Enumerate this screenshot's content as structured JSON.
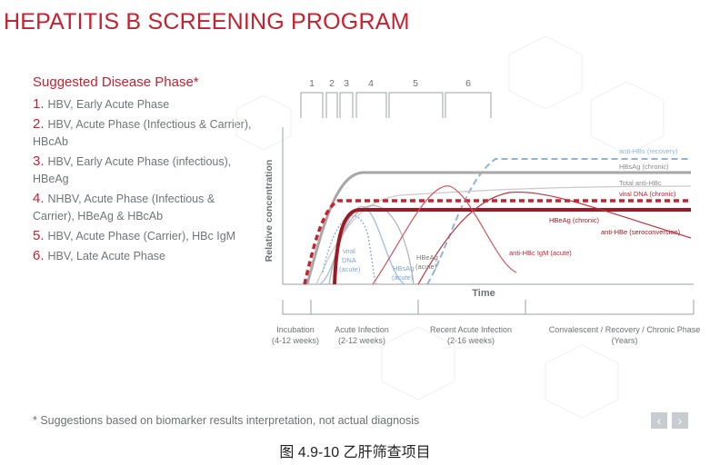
{
  "page": {
    "title": "HEPATITIS B SCREENING PROGRAM",
    "caption": "图 4.9-10  乙肝筛查项目",
    "footnote": "* Suggestions based on biomarker results interpretation, not actual diagnosis"
  },
  "phases": {
    "heading": "Suggested Disease Phase*",
    "items": [
      {
        "num": "1.",
        "text": "HBV, Early Acute Phase"
      },
      {
        "num": "2.",
        "text": "HBV, Acute Phase (Infectious & Carrier), HBcAb"
      },
      {
        "num": "3.",
        "text": "HBV, Early Acute Phase (infectious), HBeAg"
      },
      {
        "num": "4.",
        "text": "NHBV, Acute Phase (Infectious & Carrier), HBeAg & HBcAb"
      },
      {
        "num": "5.",
        "text": "HBV, Acute Phase (Carrier), HBc IgM"
      },
      {
        "num": "6.",
        "text": "HBV, Late Acute Phase"
      }
    ]
  },
  "diagram": {
    "ylabel": "Relative concentration",
    "xlabel": "Time",
    "phase_numbers": [
      "1",
      "2",
      "3",
      "4",
      "5",
      "6"
    ],
    "curve_labels": {
      "anti_hbs": "anti-HBs (recovery)",
      "hbsag_chronic": "HBsAg (chronic)",
      "total_anti_hbc": "Total anti-HBc",
      "viral_dna_chronic": "viral DNA (chronic)",
      "hbeag_chronic": "HBeAg (chronic)",
      "anti_hbe": "anti-HBe (seroconversion)",
      "anti_hbc_igm": "anti-HBc IgM (acute)",
      "viral_dna_acute": [
        "viral",
        "DNA",
        "(acute)"
      ],
      "hbsag_acute": [
        "HBsAg",
        "(acute)"
      ],
      "hbeag_acute": [
        "HBeAg",
        "(acute)"
      ]
    },
    "stages": [
      {
        "name": "Incubation",
        "duration": "(4-12 weeks)"
      },
      {
        "name": "Acute Infection",
        "duration": "(2-12 weeks)"
      },
      {
        "name": "Recent Acute Infection",
        "duration": "(2-16 weeks)"
      },
      {
        "name": "Convalescent / Recovery / Chronic Phase",
        "duration": "(Years)"
      }
    ]
  },
  "nav": {
    "prev": "‹",
    "next": "›"
  },
  "colors": {
    "red": "#c8202f",
    "dark_red": "#9c1a24",
    "gray": "#9a9a9a",
    "blue": "#8fb4d6"
  }
}
